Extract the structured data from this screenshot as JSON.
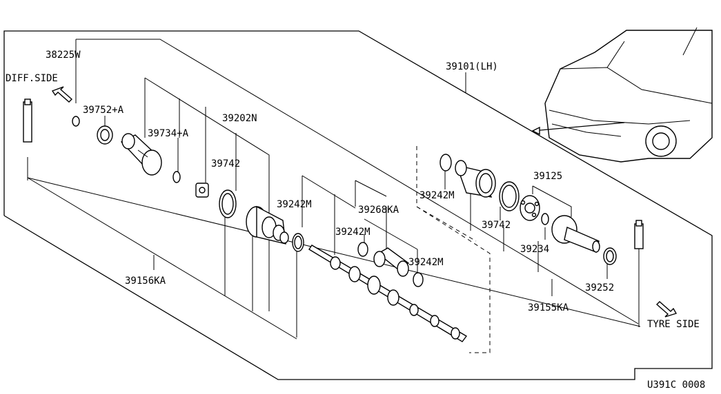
{
  "diagram": {
    "code": "U391C 0008",
    "direction_labels": {
      "diff_side": "DIFF.SIDE",
      "tyre_side": "TYRE SIDE"
    },
    "part_labels": {
      "p39101": "39101(LH)",
      "p38225w": "38225W",
      "p39752a": "39752+A",
      "p39734a": "39734+A",
      "p39202n": "39202N",
      "p39742_inner": "39742",
      "p39242m_a": "39242M",
      "p39268ka": "39268KA",
      "p39242m_b": "39242M",
      "p39242m_c": "39242M",
      "p39242m_d": "39242M",
      "p39742_outer": "39742",
      "p39125": "39125",
      "p39234": "39234",
      "p39252": "39252",
      "p39155ka": "39155KA",
      "p39156ka": "39156KA"
    }
  }
}
